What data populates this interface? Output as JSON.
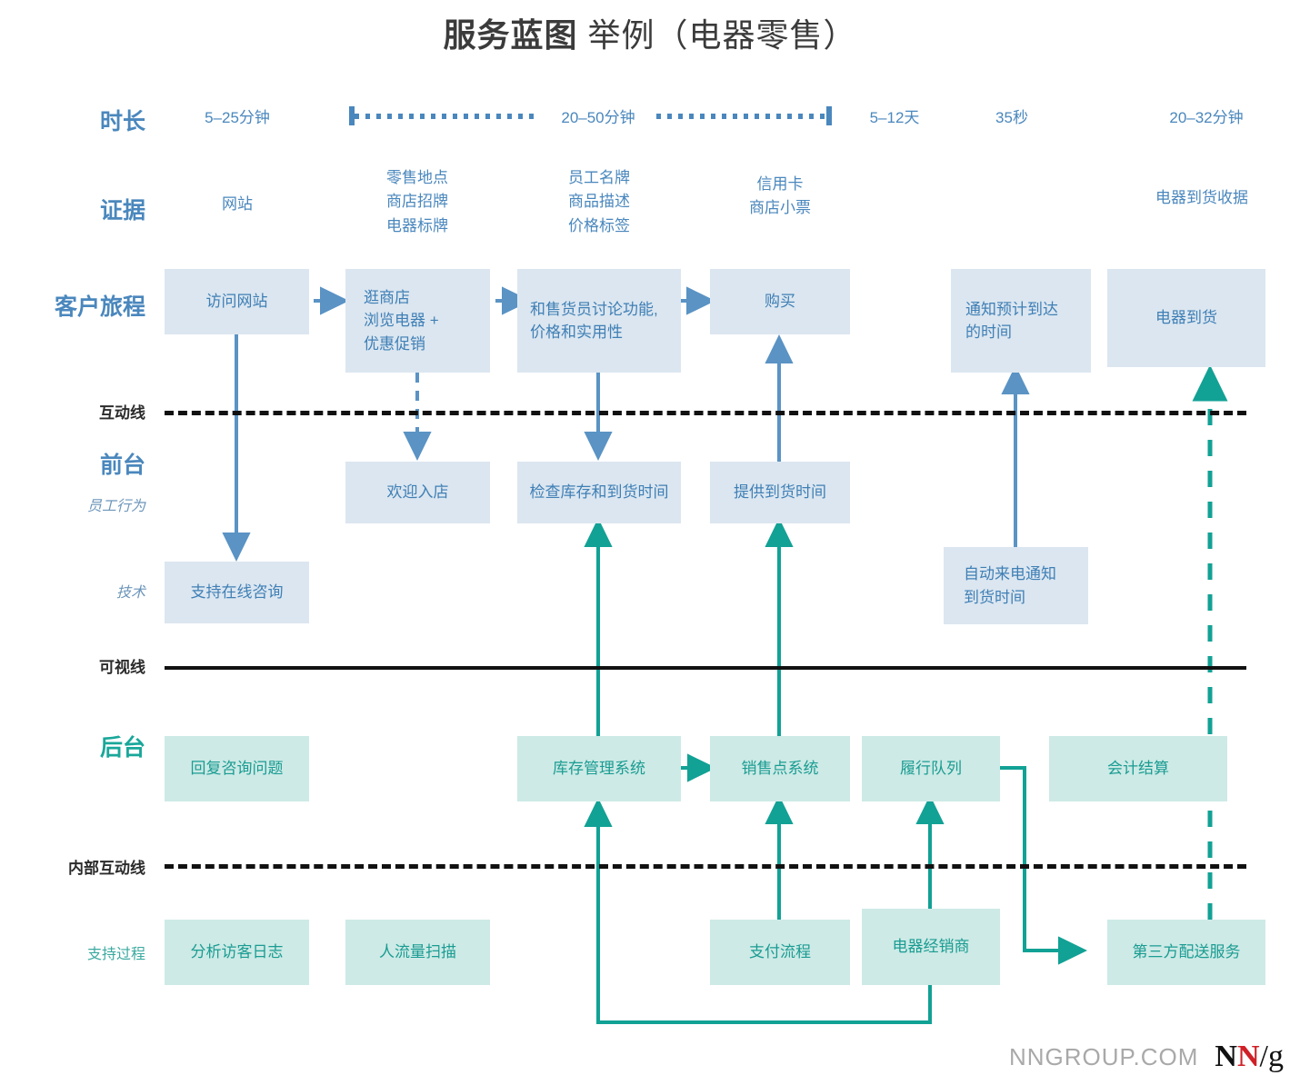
{
  "title": {
    "strong": "服务蓝图",
    "regular": "举例（电器零售）"
  },
  "rails": {
    "duration": "时长",
    "evidence": "证据",
    "customer_journey": "客户旅程",
    "line_of_interaction": "互动线",
    "frontstage": "前台",
    "frontstage_sub": "员工行为",
    "technology": "技术",
    "line_of_visibility": "可视线",
    "backstage": "后台",
    "line_of_internal_interaction": "内部互动线",
    "support_process": "支持过程"
  },
  "durations": [
    {
      "label": "5–25分钟"
    },
    {
      "label": "20–50分钟"
    },
    {
      "label": "5–12天"
    },
    {
      "label": "35秒"
    },
    {
      "label": "20–32分钟"
    }
  ],
  "evidence": [
    {
      "lines": [
        "网站"
      ]
    },
    {
      "lines": [
        "零售地点",
        "商店招牌",
        "电器标牌"
      ]
    },
    {
      "lines": [
        "员工名牌",
        "商品描述",
        "价格标签"
      ]
    },
    {
      "lines": [
        "信用卡",
        "商店小票"
      ]
    },
    {
      "lines": [
        "电器到货收据"
      ]
    }
  ],
  "customer_journey": [
    {
      "lines": [
        "访问网站"
      ]
    },
    {
      "lines": [
        "逛商店",
        "浏览电器 +",
        "优惠促销"
      ]
    },
    {
      "lines": [
        "和售货员讨论功能,",
        "价格和实用性"
      ]
    },
    {
      "lines": [
        "购买"
      ]
    },
    {
      "lines": [
        "通知预计到达",
        "的时间"
      ]
    },
    {
      "lines": [
        "电器到货"
      ]
    }
  ],
  "frontstage": [
    {
      "lines": [
        "欢迎入店"
      ]
    },
    {
      "lines": [
        "检查库存和到货时间"
      ]
    },
    {
      "lines": [
        "提供到货时间"
      ]
    }
  ],
  "technology": [
    {
      "lines": [
        "支持在线咨询"
      ]
    },
    {
      "lines": [
        "自动来电通知",
        "到货时间"
      ]
    }
  ],
  "backstage": [
    {
      "lines": [
        "回复咨询问题"
      ]
    },
    {
      "lines": [
        "库存管理系统"
      ]
    },
    {
      "lines": [
        "销售点系统"
      ]
    },
    {
      "lines": [
        "履行队列"
      ]
    },
    {
      "lines": [
        "会计结算"
      ]
    }
  ],
  "support_process": [
    {
      "lines": [
        "分析访客日志"
      ]
    },
    {
      "lines": [
        "人流量扫描"
      ]
    },
    {
      "lines": [
        "支付流程"
      ]
    },
    {
      "lines": [
        "电器经销商"
      ]
    },
    {
      "lines": [
        "第三方配送服务"
      ]
    }
  ],
  "footer": {
    "url": "NNGROUP.COM",
    "logo_n1": "N",
    "logo_n2": "N",
    "logo_slash": "/",
    "logo_g": "g"
  },
  "colors": {
    "blue_fill": "#dbe6f0",
    "blue_text": "#3f7fb5",
    "blue_accent": "#4a87bd",
    "teal_fill": "#cdeae6",
    "teal_text": "#1a9c92",
    "teal_accent": "#12a195",
    "line_black": "#111111"
  }
}
